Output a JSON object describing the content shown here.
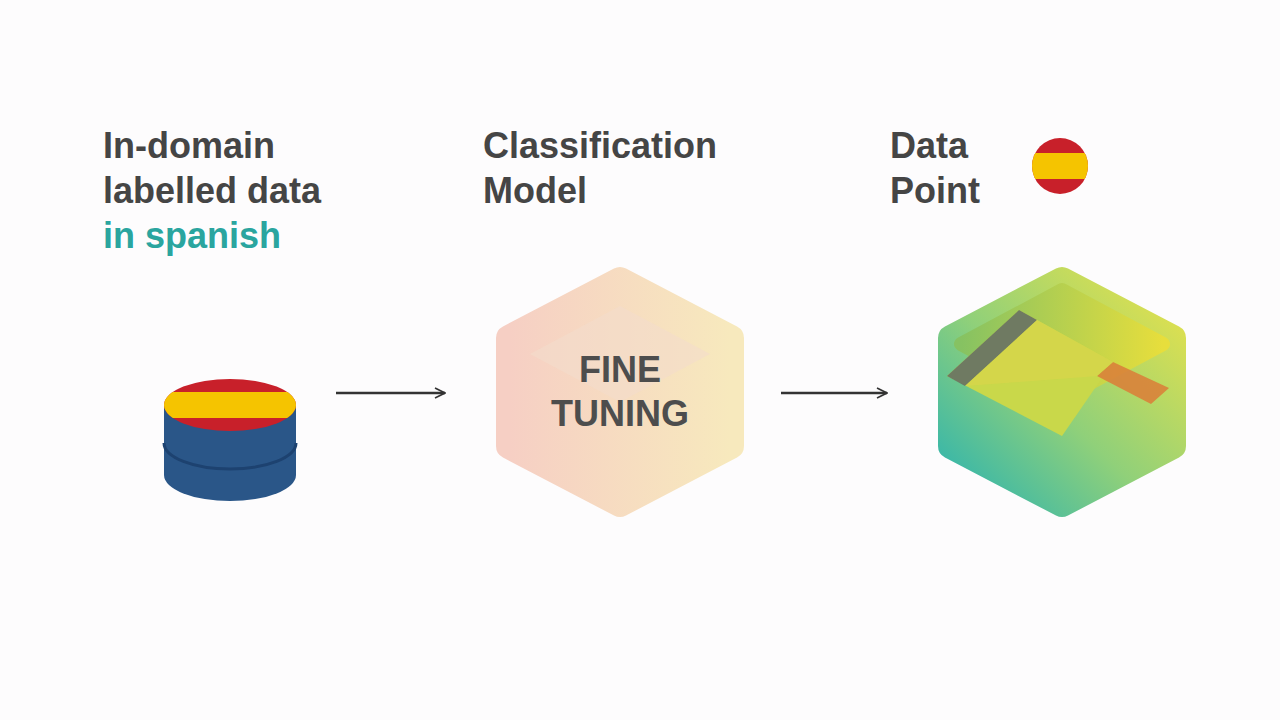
{
  "diagram": {
    "nodes": [
      {
        "text": [
          "In-domain labelled data",
          "in spanish"
        ]
      },
      {
        "text": [
          "Classification Model",
          "FINE TUNING"
        ]
      },
      {
        "text": [
          "Data Point"
        ]
      }
    ],
    "edges": [
      {
        "from": 0,
        "to": 1,
        "arrow": "to"
      },
      {
        "from": 1,
        "to": 2,
        "arrow": "to"
      }
    ]
  }
}
